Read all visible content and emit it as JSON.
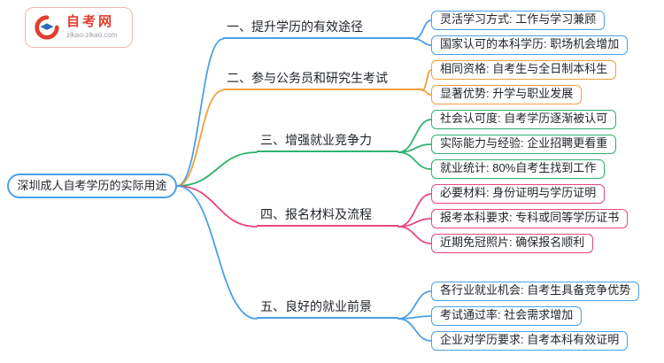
{
  "logo": {
    "site_name": "自考网",
    "site_url": "zikao-zikao.com",
    "brand_color": "#e23d2e"
  },
  "root": {
    "label": "深圳成人自考学历的实际用途",
    "color": "#4ba0e8"
  },
  "branches": [
    {
      "label": "一、提升学历的有效途径",
      "color": "#4ba0e8",
      "children": [
        {
          "label": "灵活学习方式: 工作与学习兼顾"
        },
        {
          "label": "国家认可的本科学历: 职场机会增加"
        }
      ]
    },
    {
      "label": "二、参与公务员和研究生考试",
      "color": "#f0a040",
      "children": [
        {
          "label": "相同资格: 自考生与全日制本科生"
        },
        {
          "label": "显著优势: 升学与职业发展"
        }
      ]
    },
    {
      "label": "三、增强就业竞争力",
      "color": "#2fb16d",
      "children": [
        {
          "label": "社会认可度: 自考学历逐渐被认可"
        },
        {
          "label": "实际能力与经验: 企业招聘更看重"
        },
        {
          "label": "就业统计: 80%自考生找到工作"
        }
      ]
    },
    {
      "label": "四、报名材料及流程",
      "color": "#e8487c",
      "children": [
        {
          "label": "必要材料: 身份证明与学历证明"
        },
        {
          "label": "报考本科要求: 专科或同等学历证书"
        },
        {
          "label": "近期免冠照片: 确保报名顺利"
        }
      ]
    },
    {
      "label": "五、良好的就业前景",
      "color": "#4ba0e8",
      "children": [
        {
          "label": "各行业就业机会: 自考生具备竞争优势"
        },
        {
          "label": "考试通过率: 社会需求增加"
        },
        {
          "label": "企业对学历要求: 自考本科有效证明"
        }
      ]
    }
  ]
}
